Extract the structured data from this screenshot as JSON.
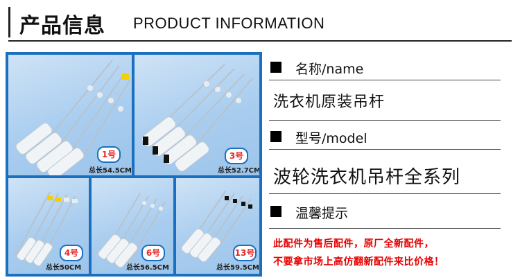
{
  "header": {
    "title": "产品信息",
    "subtitle": "PRODUCT INFORMATION"
  },
  "photos": [
    {
      "badge": "1号",
      "length": "总长54.5CM"
    },
    {
      "badge": "3号",
      "length": "总长52.7CM"
    },
    {
      "badge": "4号",
      "length": "总长50CM"
    },
    {
      "badge": "6号",
      "length": "总长56.5CM"
    },
    {
      "badge": "13号",
      "length": "总长59.5CM"
    }
  ],
  "info": {
    "name_label": "名称/name",
    "name_value": "洗衣机原装吊杆",
    "model_label": "型号/model",
    "model_value": "波轮洗衣机吊杆全系列",
    "tip_label": "温馨提示",
    "tip_line1": "此配件为售后配件，原厂全新配件，",
    "tip_line2": "不要拿市场上高仿翻新配件来比价格！"
  }
}
